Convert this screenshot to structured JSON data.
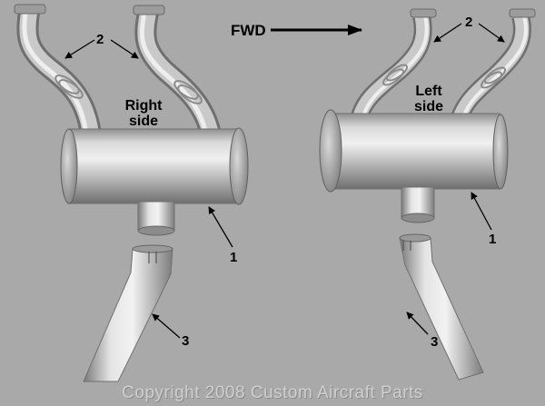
{
  "labels": {
    "right_side_line1": "Right",
    "right_side_line2": "side",
    "left_side_line1": "Left",
    "left_side_line2": "side",
    "fwd": "FWD",
    "left_callout_2": "2",
    "left_callout_1": "1",
    "left_callout_3": "3",
    "right_callout_2": "2",
    "right_callout_1": "1",
    "right_callout_3": "3"
  },
  "copyright": "Copyright 2008 Custom Aircraft Parts",
  "colors": {
    "background": "#a9a9a9",
    "metal_light": "#e2e2e2",
    "metal_mid": "#b4b4b4",
    "metal_dark": "#6c6c6c",
    "arrow": "#000000",
    "watermark": "#cfcfcf"
  }
}
